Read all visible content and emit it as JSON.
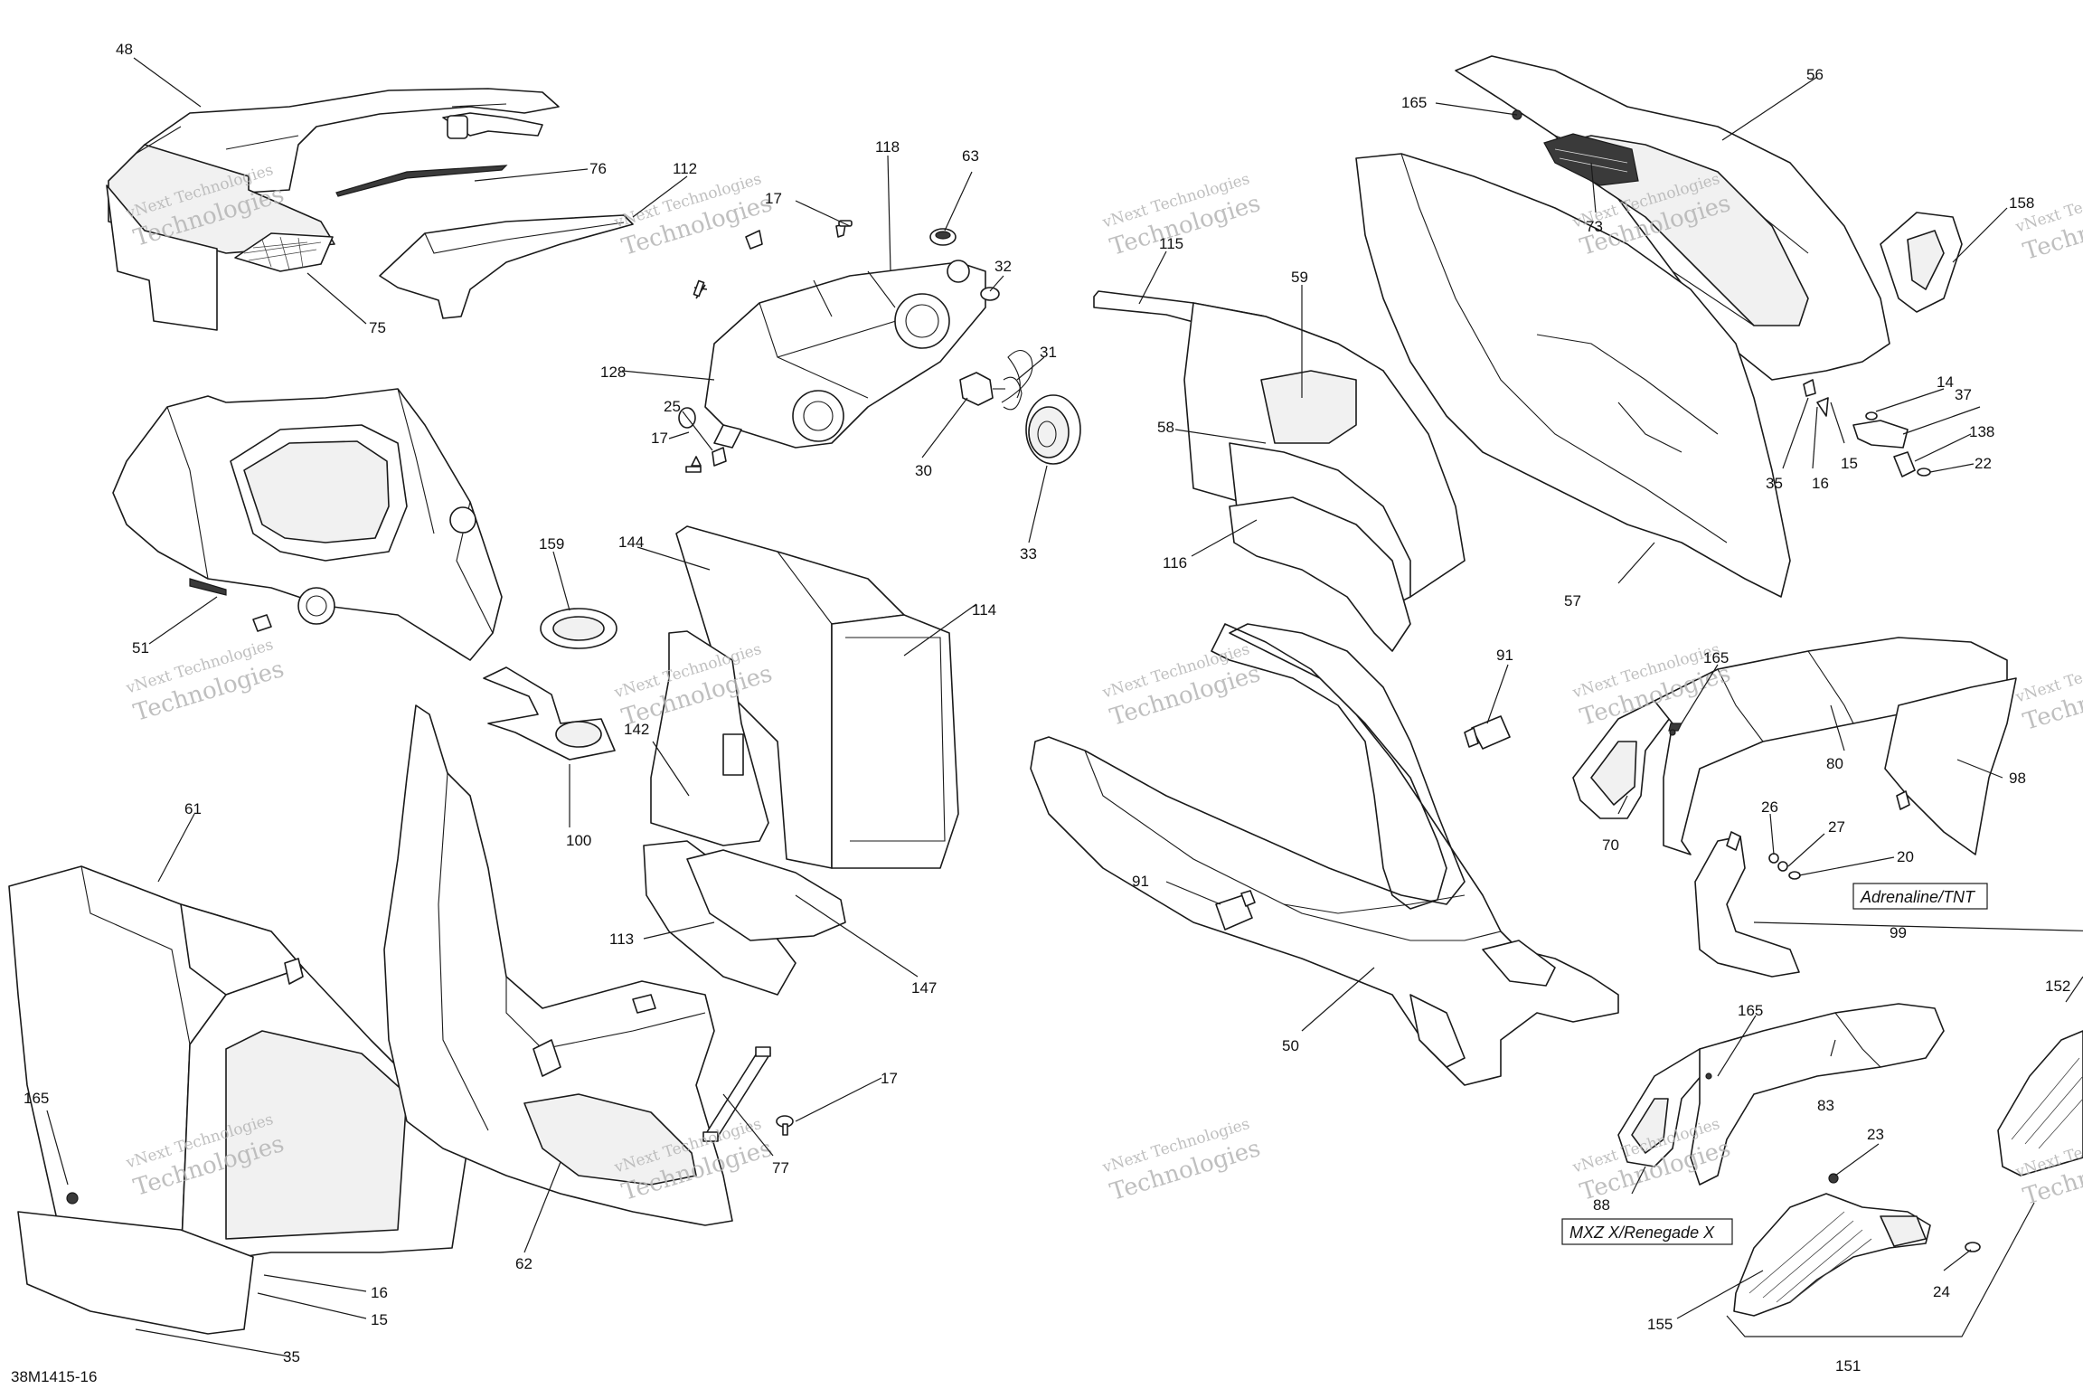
{
  "document_id": "38M1415-16",
  "watermark": {
    "line1": "vNext Technologies",
    "line2": "Technologies"
  },
  "variants": {
    "adrenaline": "Adrenaline/TNT",
    "mxz": "MXZ X/Renegade X"
  },
  "callouts": [
    {
      "id": "c48",
      "label": "48"
    },
    {
      "id": "c76",
      "label": "76"
    },
    {
      "id": "c75",
      "label": "75"
    },
    {
      "id": "c112",
      "label": "112"
    },
    {
      "id": "c17a",
      "label": "17"
    },
    {
      "id": "c118",
      "label": "118"
    },
    {
      "id": "c63",
      "label": "63"
    },
    {
      "id": "c32",
      "label": "32"
    },
    {
      "id": "c31",
      "label": "31"
    },
    {
      "id": "c128",
      "label": "128"
    },
    {
      "id": "c25",
      "label": "25"
    },
    {
      "id": "c17b",
      "label": "17"
    },
    {
      "id": "c30",
      "label": "30"
    },
    {
      "id": "c33",
      "label": "33"
    },
    {
      "id": "c51",
      "label": "51"
    },
    {
      "id": "c159",
      "label": "159"
    },
    {
      "id": "c100",
      "label": "100"
    },
    {
      "id": "c144",
      "label": "144"
    },
    {
      "id": "c114",
      "label": "114"
    },
    {
      "id": "c142",
      "label": "142"
    },
    {
      "id": "c113",
      "label": "113"
    },
    {
      "id": "c147",
      "label": "147"
    },
    {
      "id": "c61",
      "label": "61"
    },
    {
      "id": "c165a",
      "label": "165"
    },
    {
      "id": "c16a",
      "label": "16"
    },
    {
      "id": "c15a",
      "label": "15"
    },
    {
      "id": "c35a",
      "label": "35"
    },
    {
      "id": "c62",
      "label": "62"
    },
    {
      "id": "c77",
      "label": "77"
    },
    {
      "id": "c17c",
      "label": "17"
    },
    {
      "id": "c115",
      "label": "115"
    },
    {
      "id": "c59",
      "label": "59"
    },
    {
      "id": "c58",
      "label": "58"
    },
    {
      "id": "c116",
      "label": "116"
    },
    {
      "id": "c165b",
      "label": "165"
    },
    {
      "id": "c56",
      "label": "56"
    },
    {
      "id": "c73",
      "label": "73"
    },
    {
      "id": "c158",
      "label": "158"
    },
    {
      "id": "c14",
      "label": "14"
    },
    {
      "id": "c37",
      "label": "37"
    },
    {
      "id": "c138",
      "label": "138"
    },
    {
      "id": "c22",
      "label": "22"
    },
    {
      "id": "c35b",
      "label": "35"
    },
    {
      "id": "c16b",
      "label": "16"
    },
    {
      "id": "c15b",
      "label": "15"
    },
    {
      "id": "c57",
      "label": "57"
    },
    {
      "id": "c91a",
      "label": "91"
    },
    {
      "id": "c91b",
      "label": "91"
    },
    {
      "id": "c50",
      "label": "50"
    },
    {
      "id": "c165c",
      "label": "165"
    },
    {
      "id": "c80",
      "label": "80"
    },
    {
      "id": "c98",
      "label": "98"
    },
    {
      "id": "c70",
      "label": "70"
    },
    {
      "id": "c26",
      "label": "26"
    },
    {
      "id": "c27",
      "label": "27"
    },
    {
      "id": "c20",
      "label": "20"
    },
    {
      "id": "c99",
      "label": "99"
    },
    {
      "id": "c165d",
      "label": "165"
    },
    {
      "id": "c83",
      "label": "83"
    },
    {
      "id": "c152",
      "label": "152"
    },
    {
      "id": "c23",
      "label": "23"
    },
    {
      "id": "c88",
      "label": "88"
    },
    {
      "id": "c24",
      "label": "24"
    },
    {
      "id": "c155",
      "label": "155"
    },
    {
      "id": "c151",
      "label": "151"
    }
  ]
}
